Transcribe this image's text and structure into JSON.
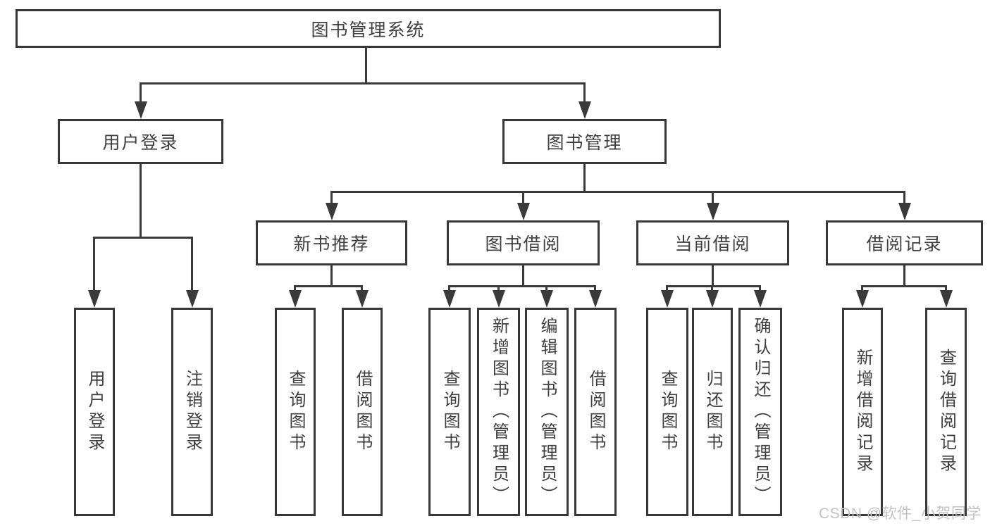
{
  "diagram": {
    "root": {
      "label": "图书管理系统"
    },
    "branches": [
      {
        "label": "用户登录",
        "leaves": [
          {
            "label": "用户登录"
          },
          {
            "label": "注销登录"
          }
        ]
      },
      {
        "label": "图书管理",
        "children": [
          {
            "label": "新书推荐",
            "leaves": [
              {
                "label": "查询图书"
              },
              {
                "label": "借阅图书"
              }
            ]
          },
          {
            "label": "图书借阅",
            "leaves": [
              {
                "label": "查询图书"
              },
              {
                "label": "新增图书（管理员）"
              },
              {
                "label": "编辑图书（管理员）"
              },
              {
                "label": "借阅图书"
              }
            ]
          },
          {
            "label": "当前借阅",
            "leaves": [
              {
                "label": "查询图书"
              },
              {
                "label": "归还图书"
              },
              {
                "label": "确认归还（管理员）"
              }
            ]
          },
          {
            "label": "借阅记录",
            "leaves": [
              {
                "label": "新增借阅记录"
              },
              {
                "label": "查询借阅记录"
              }
            ]
          }
        ]
      }
    ]
  },
  "watermark": {
    "text": "CSDN @软件_小贺同学"
  },
  "colors": {
    "line": "#3a3a3a",
    "text": "#3f3f3f",
    "box_border": "#383838",
    "box_bg": "#ffffff",
    "watermark": "#c3c3c3",
    "background": "#ffffff"
  }
}
